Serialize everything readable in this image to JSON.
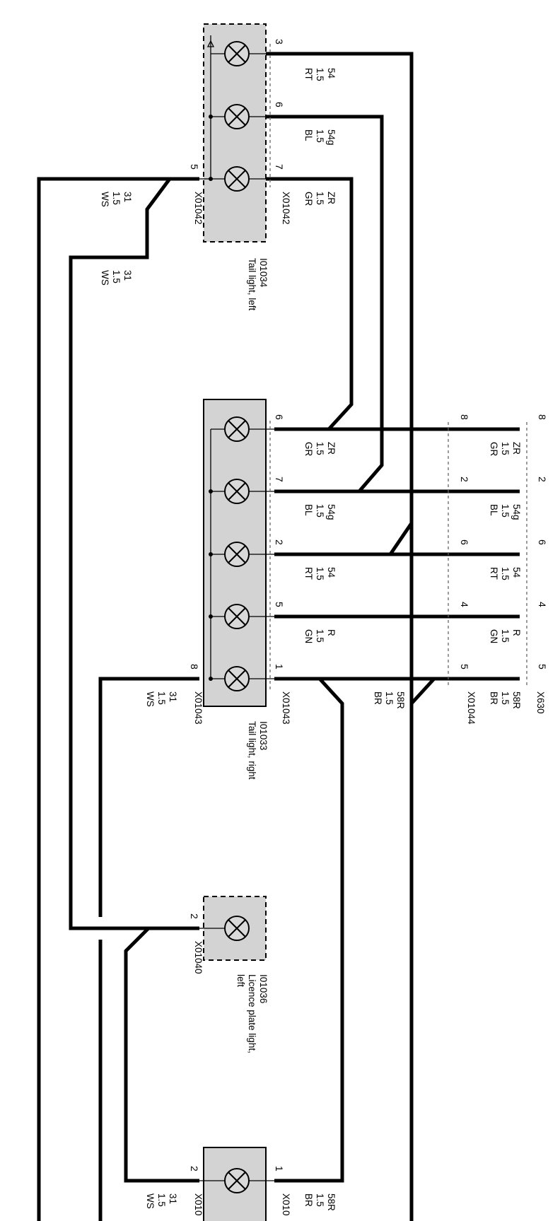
{
  "components": {
    "tail_left": {
      "ref": "I01034",
      "name": "Tail light, left"
    },
    "tail_right": {
      "ref": "I01033",
      "name": "Tail light, right"
    },
    "plate_left": {
      "ref": "I01036",
      "name_line1": "Licence plate light,",
      "name_line2": "left"
    }
  },
  "connectors": {
    "x01042": "X01042",
    "x01043": "X01043",
    "x01044": "X01044",
    "x630": "X630",
    "x01040": "X01040",
    "x010_partial": "X010"
  },
  "pins": {
    "tl_3": "3",
    "tl_6": "6",
    "tl_7": "7",
    "tl_5": "5",
    "tr_6": "6",
    "tr_7": "7",
    "tr_2": "2",
    "tr_5": "5",
    "tr_1": "1",
    "tr_8": "8",
    "x44_8": "8",
    "x44_2": "2",
    "x44_6": "6",
    "x44_4": "4",
    "x44_5": "5",
    "x630_8": "8",
    "x630_2": "2",
    "x630_6": "6",
    "x630_4": "4",
    "x630_5": "5",
    "pl_2": "2",
    "bot_1": "1",
    "bot_2": "2"
  },
  "wires": {
    "tl_3": {
      "sig": "54",
      "size": "1.5",
      "col": "RT"
    },
    "tl_6": {
      "sig": "54g",
      "size": "1.5",
      "col": "BL"
    },
    "tl_7": {
      "sig": "ZR",
      "size": "1.5",
      "col": "GR"
    },
    "tl_5": {
      "sig": "31",
      "size": "1.5",
      "col": "WS"
    },
    "ground_mid": {
      "sig": "31",
      "size": "1.5",
      "col": "WS"
    },
    "tr_6": {
      "sig": "ZR",
      "size": "1.5",
      "col": "GR"
    },
    "tr_7": {
      "sig": "54g",
      "size": "1.5",
      "col": "BL"
    },
    "tr_2": {
      "sig": "54",
      "size": "1.5",
      "col": "RT"
    },
    "tr_5": {
      "sig": "R",
      "size": "1.5",
      "col": "GN"
    },
    "tr_1": {
      "sig": "58R",
      "size": "1.5",
      "col": "BR"
    },
    "tr_8": {
      "sig": "31",
      "size": "1.5",
      "col": "WS"
    },
    "x44_8": {
      "sig": "ZR",
      "size": "1.5",
      "col": "GR"
    },
    "x44_2": {
      "sig": "54g",
      "size": "1.5",
      "col": "BL"
    },
    "x44_6": {
      "sig": "54",
      "size": "1.5",
      "col": "RT"
    },
    "x44_4": {
      "sig": "R",
      "size": "1.5",
      "col": "GN"
    },
    "x44_5": {
      "sig": "58R",
      "size": "1.5",
      "col": "BR"
    },
    "bot_1": {
      "sig": "58R",
      "size": "1.5",
      "col": "BR"
    },
    "bot_2": {
      "sig": "31",
      "size": "1.5",
      "col": "WS"
    }
  }
}
